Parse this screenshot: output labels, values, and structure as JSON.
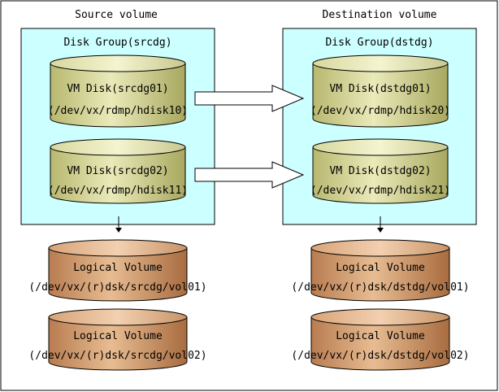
{
  "source": {
    "heading": "Source volume",
    "disk_group": {
      "label": "Disk Group(srcdg)",
      "disks": [
        {
          "name": "VM Disk(srcdg01)",
          "path": "(/dev/vx/rdmp/hdisk10)"
        },
        {
          "name": "VM Disk(srcdg02)",
          "path": "(/dev/vx/rdmp/hdisk11)"
        }
      ]
    },
    "logical_volumes": [
      {
        "name": "Logical Volume",
        "path": "(/dev/vx/(r)dsk/srcdg/vol01)"
      },
      {
        "name": "Logical Volume",
        "path": "(/dev/vx/(r)dsk/srcdg/vol02)"
      }
    ]
  },
  "destination": {
    "heading": "Destination volume",
    "disk_group": {
      "label": "Disk Group(dstdg)",
      "disks": [
        {
          "name": "VM Disk(dstdg01)",
          "path": "(/dev/vx/rdmp/hdisk20)"
        },
        {
          "name": "VM Disk(dstdg02)",
          "path": "(/dev/vx/rdmp/hdisk21)"
        }
      ]
    },
    "logical_volumes": [
      {
        "name": "Logical Volume",
        "path": "(/dev/vx/(r)dsk/dstdg/vol01)"
      },
      {
        "name": "Logical Volume",
        "path": "(/dev/vx/(r)dsk/dstdg/vol02)"
      }
    ]
  },
  "colors": {
    "group_fill": "#ccffff",
    "vm_disk_fill": "#cccc88",
    "logical_volume_fill": "#cc9966",
    "stroke": "#000000"
  }
}
